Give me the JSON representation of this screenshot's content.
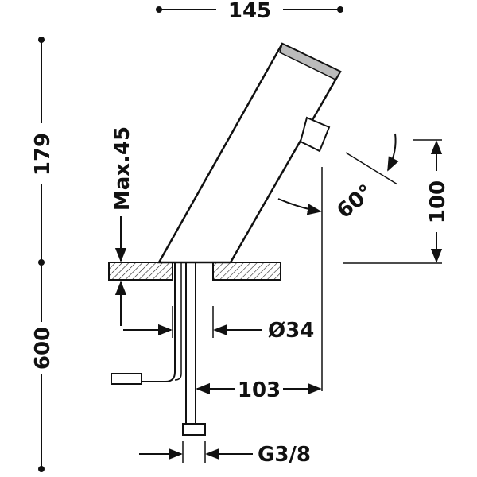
{
  "dimensions": {
    "overall_width": "145",
    "height_top": "179",
    "height_bottom": "600",
    "max_thickness": "Max.45",
    "spout_height": "100",
    "angle": "60°",
    "hole_diameter": "Ø34",
    "reach": "103",
    "connection": "G3/8"
  }
}
